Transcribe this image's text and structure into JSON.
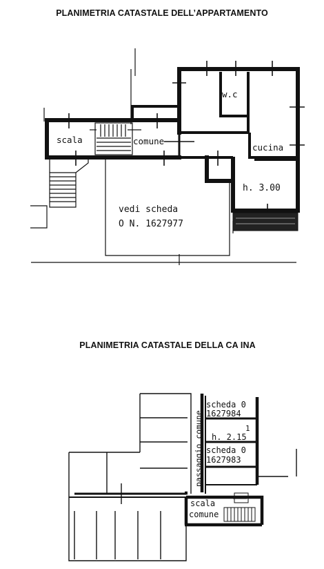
{
  "apartment": {
    "title": "PLANIMETRIA CATASTALE DELL’APPARTAMENTO",
    "labels": {
      "scala": "scala",
      "comune": "comune",
      "wc": "w.c",
      "cucina": "cucina",
      "height": "h. 3.00",
      "vedi_scheda": "vedi scheda",
      "scheda_ref": "O N. 1627977"
    }
  },
  "cellar": {
    "title": "PLANIMETRIA CATASTALE DELLA CA    INA",
    "labels": {
      "scheda_a": "scheda 0",
      "num_a": "1627984",
      "one": "1",
      "height": "h. 2.15",
      "scheda_b": "scheda 0",
      "num_b": "1627983",
      "passaggio": "passaggio comune",
      "scala": "scala",
      "comune": "comune"
    }
  }
}
